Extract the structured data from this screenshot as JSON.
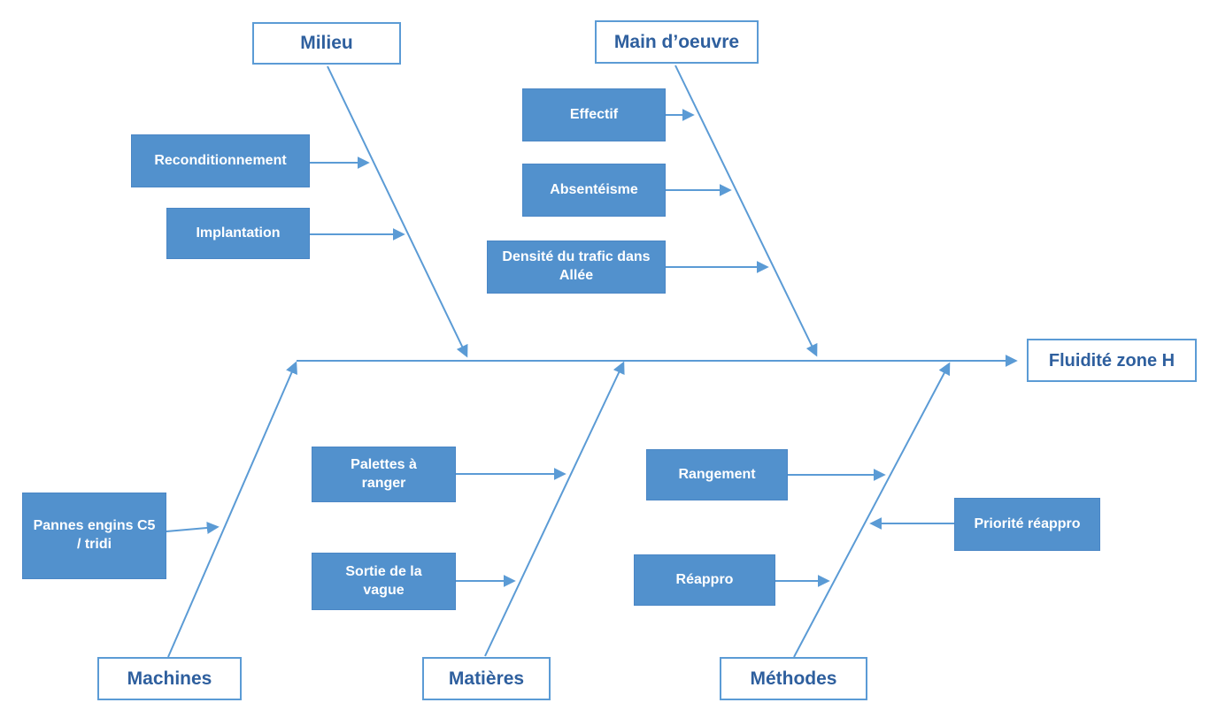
{
  "diagram": {
    "type": "fishbone-ishikawa",
    "effect": {
      "label": "Fluidité zone H"
    },
    "colors": {
      "box_fill": "#5291CD",
      "box_border": "#4A86C5",
      "line": "#5B9BD5",
      "category_text": "#2E5F9E",
      "cause_text": "#FFFFFF",
      "background": "#FFFFFF"
    },
    "categories": [
      {
        "label": "Milieu",
        "position": "top",
        "causes": [
          "Reconditionnement",
          "Implantation"
        ]
      },
      {
        "label": "Main d’oeuvre",
        "position": "top",
        "causes": [
          "Effectif",
          "Absentéisme",
          "Densité du trafic dans Allée"
        ]
      },
      {
        "label": "Machines",
        "position": "bottom",
        "causes": [
          "Pannes engins C5 / tridi"
        ]
      },
      {
        "label": "Matières",
        "position": "bottom",
        "causes": [
          "Palettes à ranger",
          "Sortie de la vague"
        ]
      },
      {
        "label": "Méthodes",
        "position": "bottom",
        "causes": [
          "Rangement",
          "Réappro",
          "Priorité réappro"
        ]
      }
    ]
  }
}
